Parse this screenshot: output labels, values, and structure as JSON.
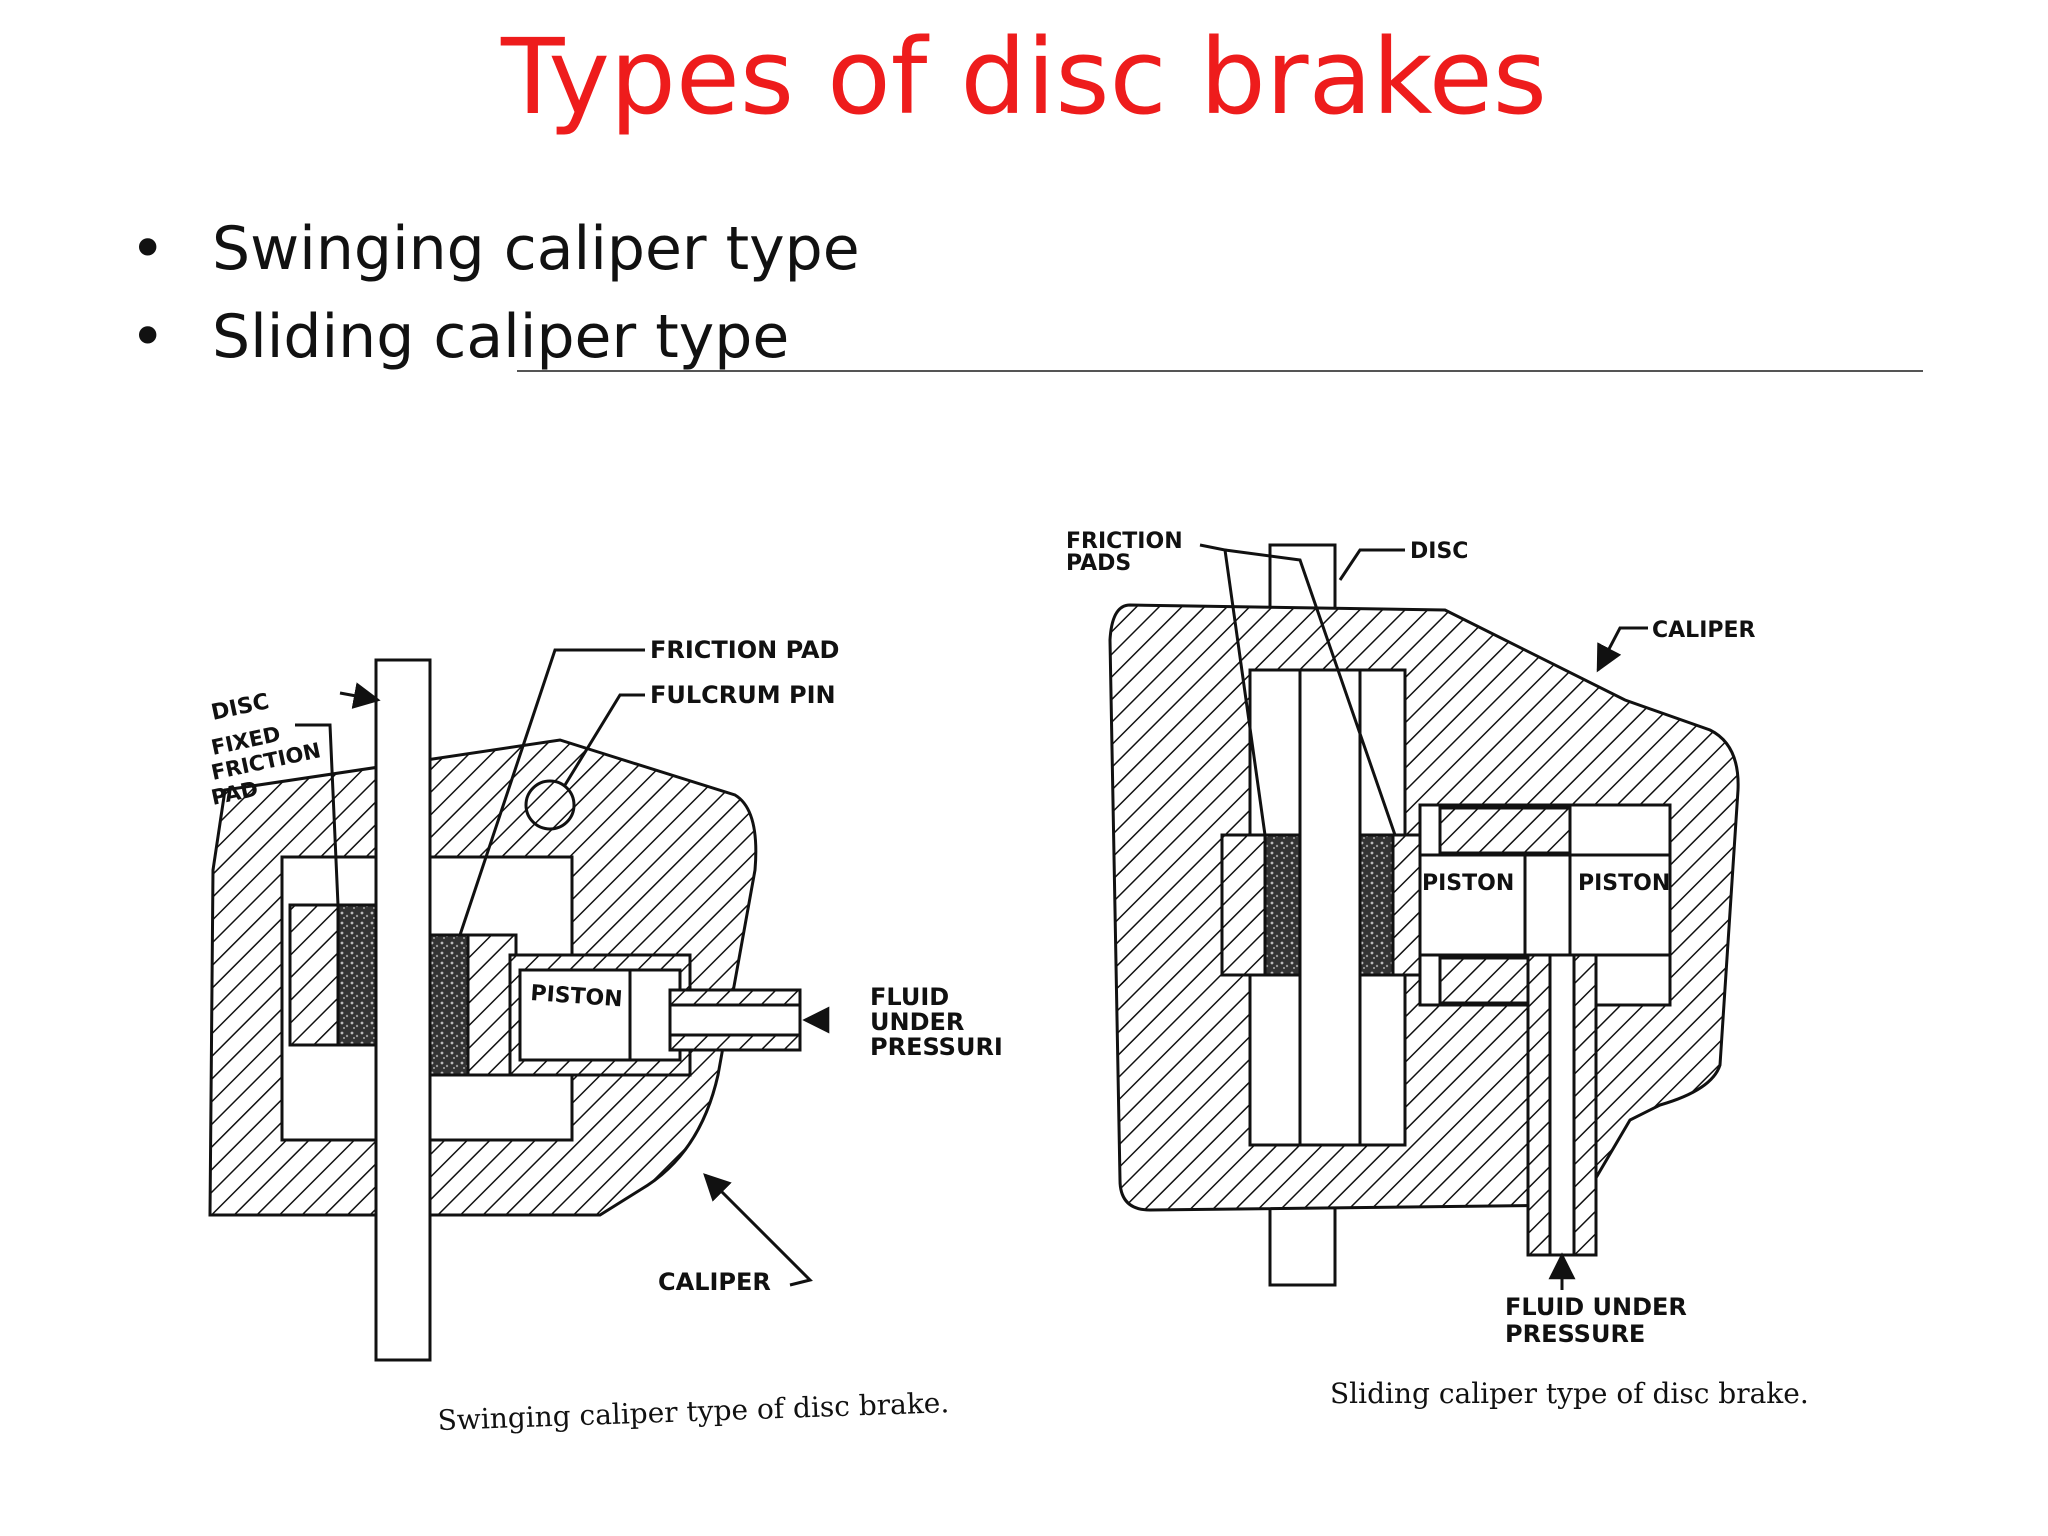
{
  "slide": {
    "title": "Types of disc brakes",
    "bullets": [
      "Swinging caliper type",
      "Sliding caliper type"
    ]
  },
  "swinging_diagram": {
    "labels": {
      "disc": "DISC",
      "fixed_friction_pad_1": "FIXED",
      "fixed_friction_pad_2": "FRICTION",
      "fixed_friction_pad_3": "PAD",
      "friction_pad": "FRICTION PAD",
      "fulcrum_pin": "FULCRUM PIN",
      "piston": "PISTON",
      "fluid_1": "FLUID",
      "fluid_2": "UNDER",
      "fluid_3": "PRESSURI",
      "caliper": "CALIPER"
    },
    "caption": "Swinging caliper type of disc brake."
  },
  "sliding_diagram": {
    "labels": {
      "friction_pads_1": "FRICTION",
      "friction_pads_2": "PADS",
      "disc": "DISC",
      "caliper": "CALIPER",
      "piston_left": "PISTON",
      "piston_right": "PISTON",
      "fluid_1": "FLUID UNDER",
      "fluid_2": "PRESSURE"
    },
    "caption": "Sliding caliper type of disc brake."
  }
}
